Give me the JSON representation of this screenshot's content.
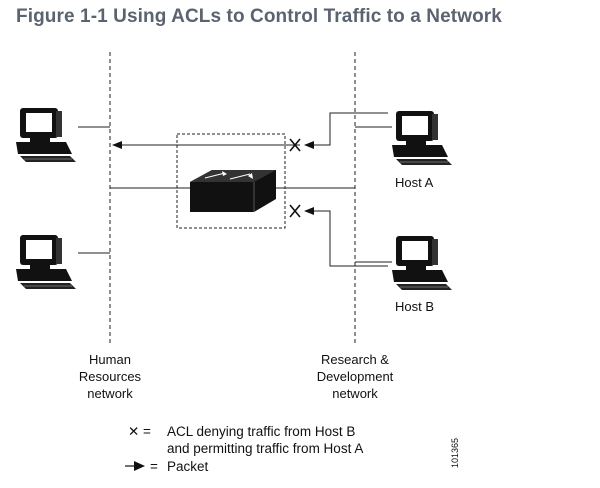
{
  "figure": {
    "title": "Figure 1-1 Using ACLs to Control Traffic to a Network",
    "figure_number": "101365"
  },
  "networks": {
    "left_lines": [
      "Human",
      "Resources",
      "network"
    ],
    "right_lines": [
      "Research &",
      "Development",
      "network"
    ]
  },
  "hosts": {
    "host_a": "Host A",
    "host_b": "Host B"
  },
  "legend": {
    "x_symbol": "✕ =",
    "x_line1": "ACL denying traffic from Host B",
    "x_line2": "and permitting traffic from Host A",
    "arrow_symbol": "=",
    "arrow_text": "Packet"
  }
}
